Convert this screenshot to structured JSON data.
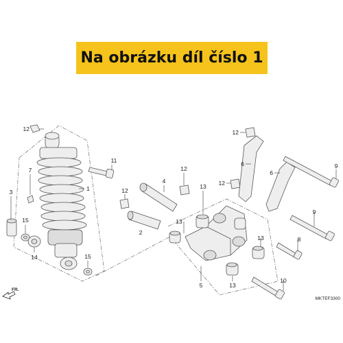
{
  "banner": {
    "text": "Na obrázku díl číslo 1",
    "color": "#f6c31c"
  },
  "diagram": {
    "code": "MKTEF3300",
    "direction": "FR.",
    "callouts": [
      "12",
      "11",
      "7",
      "3",
      "15",
      "1",
      "14",
      "15",
      "4",
      "12",
      "2",
      "12",
      "6",
      "6",
      "9",
      "12",
      "13",
      "13",
      "13",
      "9",
      "8",
      "5",
      "13",
      "10"
    ]
  }
}
